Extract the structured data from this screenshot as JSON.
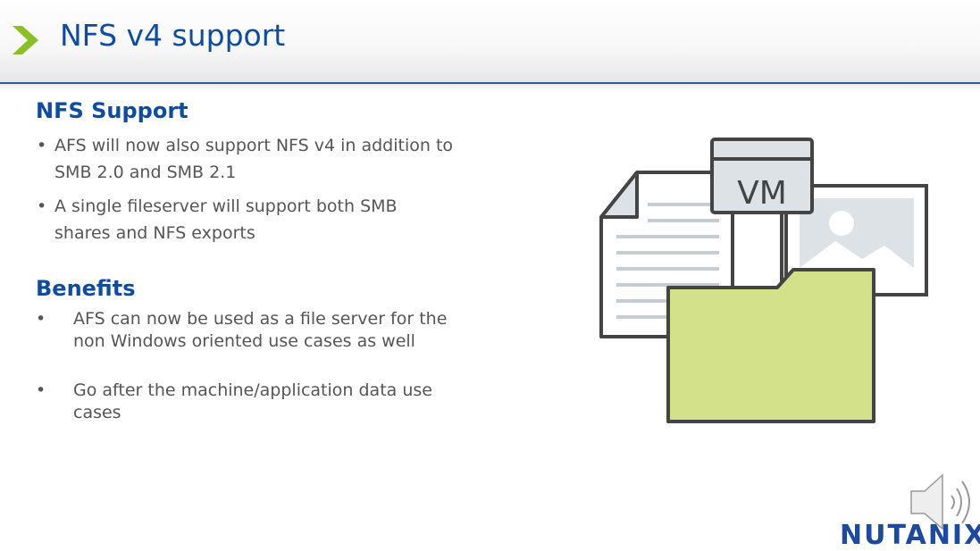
{
  "slide": {
    "title": "NFS v4 support",
    "sections": [
      {
        "heading": "NFS Support",
        "bullets": [
          "AFS will now also support NFS v4 in addition to SMB 2.0 and SMB 2.1",
          "A single fileserver will support both SMB shares and NFS exports"
        ]
      },
      {
        "heading": "Benefits",
        "bullets": [
          "AFS can now be used as a file server for the non Windows oriented use cases as well",
          "Go after the machine/application data use cases"
        ]
      }
    ],
    "illustration": {
      "vm_label": "VM",
      "folder_color": "#d3e28a"
    },
    "logo": "NUTANIX",
    "bullet_char": "•"
  },
  "colors": {
    "accent": "#8cbf26",
    "title": "#0f4c9c",
    "rule": "#2e5a9c"
  }
}
